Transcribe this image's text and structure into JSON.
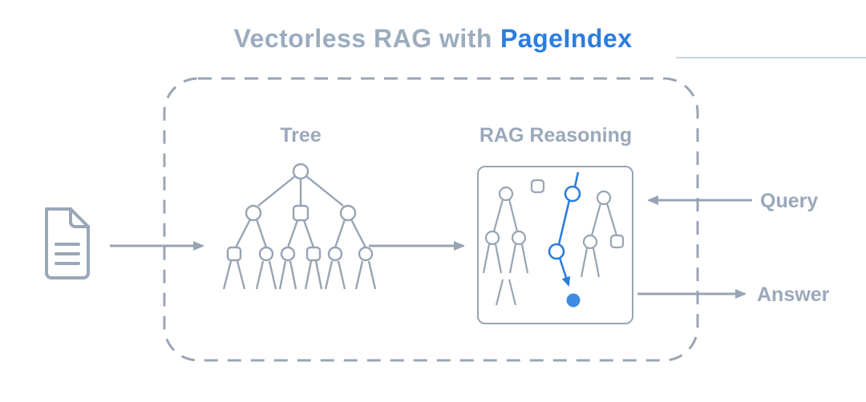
{
  "title": {
    "prefix": "Vectorless RAG with",
    "brand": "PageIndex"
  },
  "labels": {
    "tree": "Tree",
    "rag_reasoning": "RAG Reasoning",
    "query": "Query",
    "answer": "Answer"
  },
  "icons": {
    "document": "document-icon",
    "tree_diagram": "tree-diagram",
    "rag_tree": "rag-reasoning-tree",
    "arrows": [
      "arrow-doc-to-pipeline",
      "arrow-tree-to-rag",
      "arrow-query-in",
      "arrow-answer-out"
    ]
  },
  "colors": {
    "diagram_gray": "#98a5b5",
    "text_gray": "#9aa8ba",
    "title_gray": "#9bacbe",
    "accent_blue": "#2b7de0",
    "answer_node_fill": "#3f8ce2",
    "underline_gray": "#ccd5df"
  }
}
